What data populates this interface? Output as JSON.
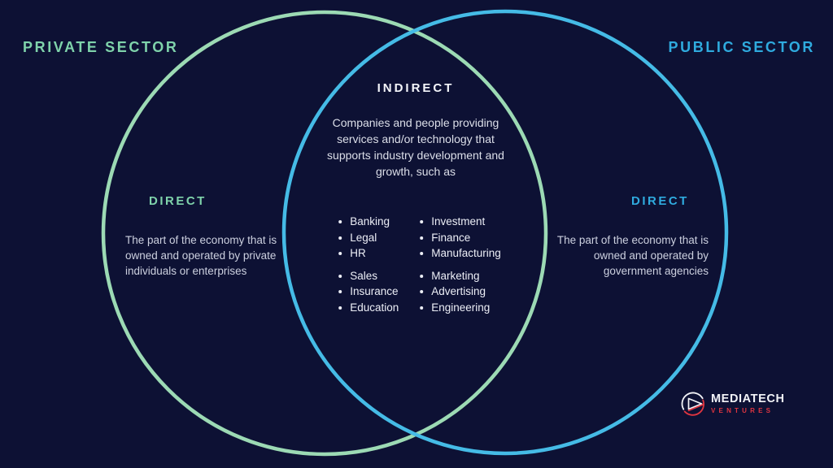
{
  "colors": {
    "background": "#0d1134",
    "mint_circle": "#9cdab4",
    "blue_circle": "#45bbe6",
    "mint_text": "#7fd3ab",
    "blue_text": "#2fabdf",
    "white_text": "#f4f6fb",
    "body_text": "#dcdfe9",
    "logo_red": "#e03540",
    "logo_white": "#f2f3f7"
  },
  "left_circle": {
    "title": "PRIVATE SECTOR",
    "label": "DIRECT",
    "description": "The part of the economy that is owned and operated by private individuals or enterprises"
  },
  "right_circle": {
    "title": "PUBLIC SECTOR",
    "label": "DIRECT",
    "description": "The part of the economy that is owned and operated by government agencies"
  },
  "intersection": {
    "label": "INDIRECT",
    "description": "Companies and people providing services and/or technology that supports industry development and growth, such as",
    "bullets_left": [
      "Banking",
      "Legal",
      "HR",
      "Sales",
      "Insurance",
      "Education"
    ],
    "bullets_right": [
      "Investment",
      "Finance",
      "Manufacturing",
      "Marketing",
      "Advertising",
      "Engineering"
    ]
  },
  "logo": {
    "name": "MEDIATECH",
    "sub": "VENTURES"
  }
}
